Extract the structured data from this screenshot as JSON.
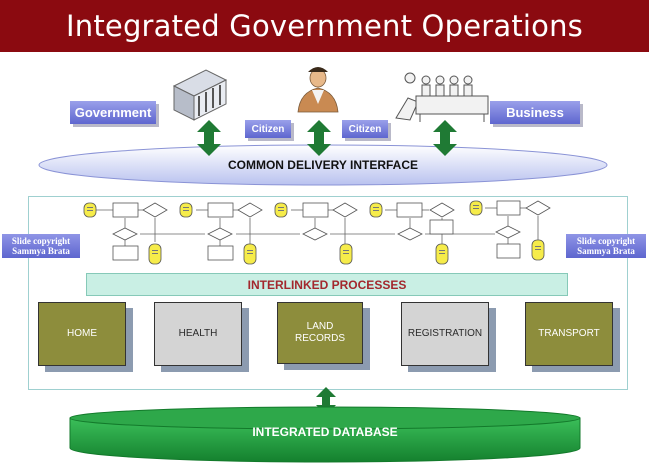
{
  "title": "Integrated Government Operations",
  "actors": {
    "government": "Government",
    "citizen_1": "Citizen",
    "citizen_2": "Citizen",
    "business": "Business"
  },
  "interface_label": "COMMON DELIVERY INTERFACE",
  "processes_label": "INTERLINKED PROCESSES",
  "departments": [
    "HOME",
    "HEALTH",
    "LAND RECORDS",
    "REGISTRATION",
    "TRANSPORT"
  ],
  "copyright_left": [
    "Slide copyright",
    "Sammya Brata"
  ],
  "copyright_right": [
    "Slide copyright",
    "Sammya Brata"
  ],
  "database_label": "INTEGRATED DATABASE",
  "colors": {
    "title_bg": "#8b0a10",
    "tag_blue": "#6a72d6",
    "arrow_green": "#1f7a34",
    "database_green": "#1f9a3a",
    "process_bar": "#c9efe4",
    "dept_olive": "#8d8d3c",
    "dept_gray": "#d4d4d4"
  }
}
